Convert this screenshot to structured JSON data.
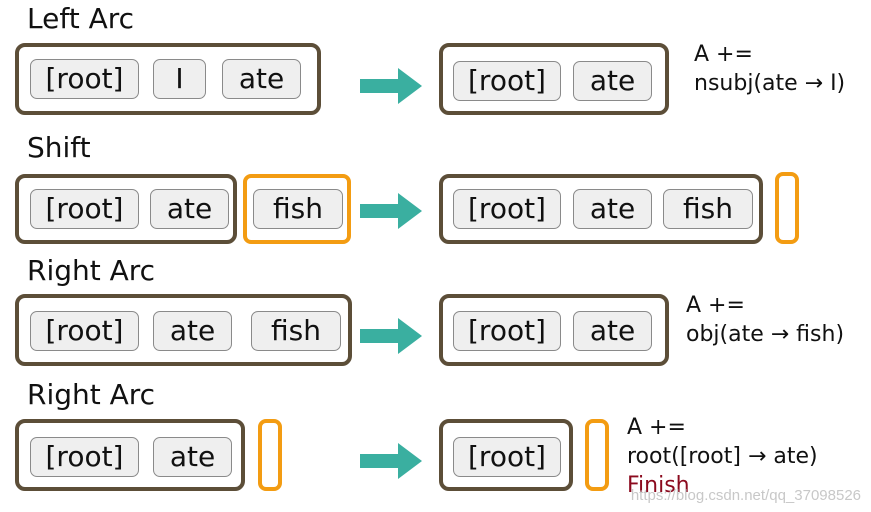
{
  "rows": [
    {
      "title": "Left Arc",
      "before": {
        "stack": [
          "[root]",
          "I",
          "ate"
        ],
        "buffer": []
      },
      "after": {
        "stack": [
          "[root]",
          "ate"
        ],
        "buffer_empty": false
      },
      "annotation": [
        "A +=",
        "nsubj(ate → I)"
      ]
    },
    {
      "title": "Shift",
      "before": {
        "stack": [
          "[root]",
          "ate"
        ],
        "buffer": [
          "fish"
        ]
      },
      "after": {
        "stack": [
          "[root]",
          "ate",
          "fish"
        ],
        "buffer_empty": true
      },
      "annotation": []
    },
    {
      "title": "Right Arc",
      "before": {
        "stack": [
          "[root]",
          "ate",
          "fish"
        ],
        "buffer": []
      },
      "after": {
        "stack": [
          "[root]",
          "ate"
        ],
        "buffer_empty": false
      },
      "annotation": [
        "A +=",
        "obj(ate → fish)"
      ]
    },
    {
      "title": "Right Arc",
      "before": {
        "stack": [
          "[root]",
          "ate"
        ],
        "buffer_empty": true
      },
      "after": {
        "stack": [
          "[root]"
        ],
        "buffer_empty": true
      },
      "annotation": [
        "A +=",
        "root([root] → ate)"
      ],
      "status": "Finish"
    }
  ],
  "watermark": "https://blog.csdn.net/qq_37098526",
  "colors": {
    "stack_border": "#5c4e38",
    "buffer_border": "#f39c12",
    "arrow": "#3aafa0",
    "token_fill": "#efefef",
    "finish_text": "#8b0a1e"
  },
  "icons": {
    "transition_arrow": "right-arrow-icon"
  }
}
